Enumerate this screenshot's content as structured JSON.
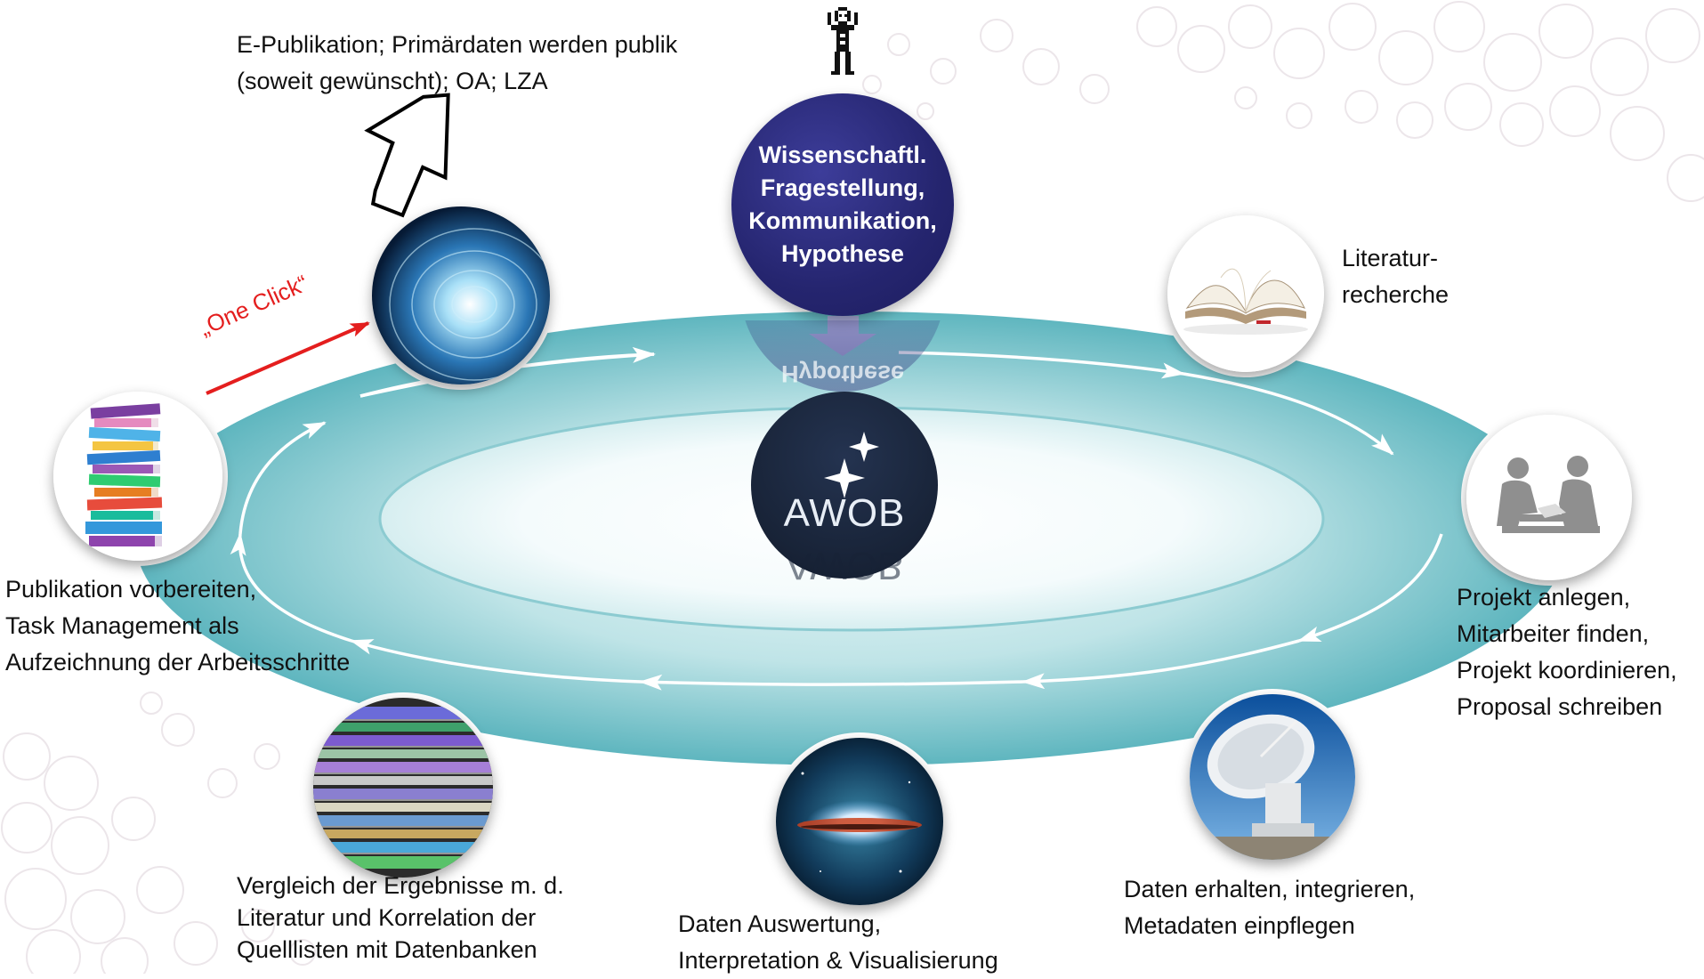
{
  "center": {
    "logo_text": "AWOB",
    "reflection_text": "Hypothese"
  },
  "question": {
    "lines": [
      "Wissenschaftl.",
      "Fragestellung,",
      "Kommunikation,",
      "Hypothese"
    ]
  },
  "publication_output": {
    "lines": [
      "E-Publikation; Primärdaten werden publik",
      "(soweit gewünscht); OA; LZA"
    ]
  },
  "one_click": "„One Click“",
  "steps": {
    "literature": {
      "lines": [
        "Literatur-",
        "recherche"
      ]
    },
    "project": {
      "lines": [
        "Projekt anlegen,",
        "Mitarbeiter finden,",
        "Projekt koordinieren,",
        "Proposal schreiben"
      ]
    },
    "data": {
      "lines": [
        "Daten erhalten, integrieren,",
        "Metadaten einpflegen"
      ]
    },
    "analysis": {
      "lines": [
        "Daten Auswertung,",
        "Interpretation & Visualisierung"
      ]
    },
    "comparison": {
      "lines": [
        "Vergleich der Ergebnisse m. d.",
        "Literatur und  Korrelation der",
        "Quelllisten mit Datenbanken"
      ]
    },
    "publication": {
      "lines": [
        "Publikation vorbereiten,",
        "Task Management als",
        "Aufzeichnung der Arbeitsschritte"
      ]
    }
  },
  "colors": {
    "ring": "#5fb6bf",
    "question_fill": "#25256f",
    "awob_fill": "#182337",
    "one_click": "#e41e1e",
    "down_arrow": "#a7a9d6"
  }
}
